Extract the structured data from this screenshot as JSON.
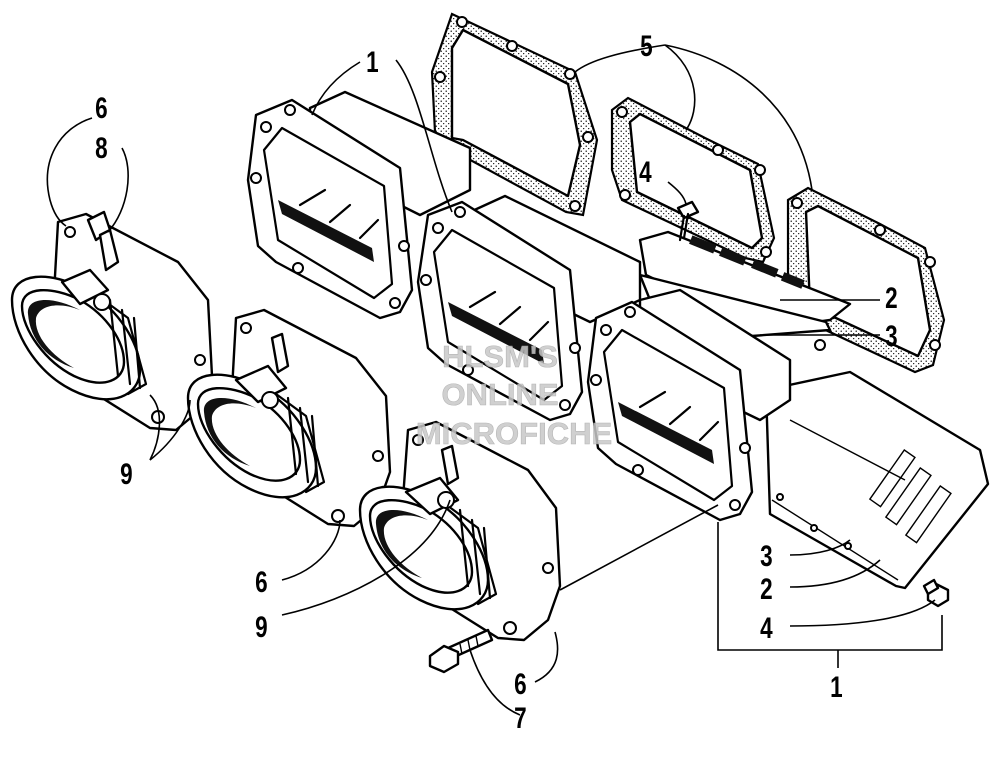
{
  "callouts": {
    "c_1_top": "1",
    "c_5": "5",
    "c_6_top": "6",
    "c_8": "8",
    "c_4_top": "4",
    "c_2_right": "2",
    "c_3_right": "3",
    "c_9_left": "9",
    "c_6_mid": "6",
    "c_9_mid": "9",
    "c_3_low": "3",
    "c_2_low": "2",
    "c_4_low": "4",
    "c_6_low": "6",
    "c_7": "7",
    "c_1_low": "1"
  },
  "watermark": {
    "line1": "HLSM'S",
    "line2": "ONLINE",
    "line3": "MICROFICHE"
  }
}
